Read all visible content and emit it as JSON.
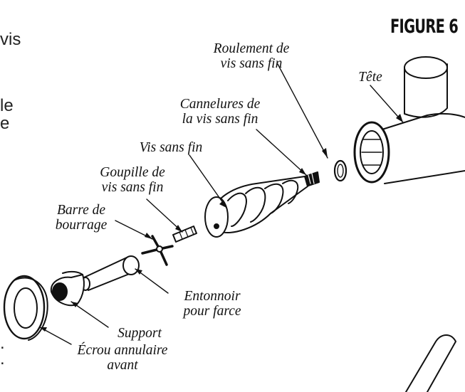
{
  "figure": {
    "title": "FIGURE 6"
  },
  "margin_text": {
    "line1": "vis",
    "line2": "le",
    "line3": "e",
    "line4": ".",
    "line5": "."
  },
  "labels": {
    "roulement": [
      "Roulement de",
      "vis sans fin"
    ],
    "tete": [
      "Tête"
    ],
    "cannelures": [
      "Cannelures de",
      "la vis sans fin"
    ],
    "vis_sans_fin": [
      "Vis sans fin"
    ],
    "goupille": [
      "Goupille de",
      "vis sans fin"
    ],
    "barre": [
      "Barre de",
      "bourrage"
    ],
    "entonnoir": [
      "Entonnoir",
      "pour farce"
    ],
    "support": [
      "Support"
    ],
    "ecrou": [
      "Écrou annulaire",
      "avant"
    ]
  },
  "colors": {
    "ink": "#111111",
    "fill": "#ffffff"
  }
}
